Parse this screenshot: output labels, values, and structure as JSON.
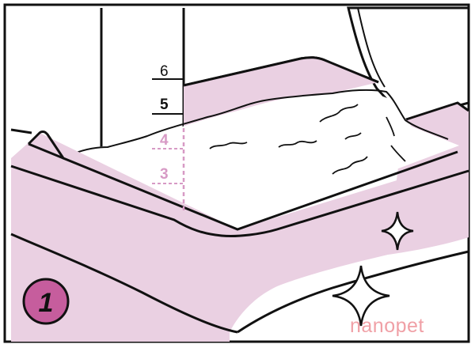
{
  "illustration": {
    "step_number": "1",
    "scale_marks": [
      {
        "label": "6",
        "style": "solid"
      },
      {
        "label": "5",
        "style": "solid-bold"
      },
      {
        "label": "4",
        "style": "dashed"
      },
      {
        "label": "3",
        "style": "dashed"
      }
    ],
    "brand": "nanopet",
    "colors": {
      "tray_pink": "#ead0e2",
      "dash_pink": "#d79ac5",
      "badge_pink": "#c65d9d",
      "brand_pink": "#f0a0a6",
      "outline": "#111111"
    }
  }
}
